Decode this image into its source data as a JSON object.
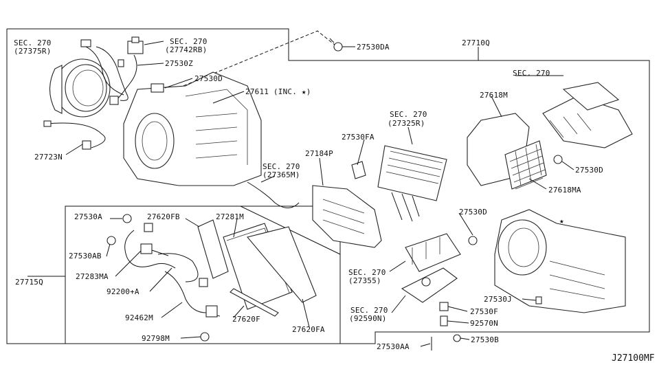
{
  "diagram_code": "J27100MF",
  "callouts": {
    "sec270_27375r_a": "SEC. 270",
    "sec270_27375r_b": "(27375R)",
    "sec270_27742rb_a": "SEC. 270",
    "sec270_27742rb_b": "(27742RB)",
    "p27530z": "27530Z",
    "p27530d_top": "27530D",
    "p27611": "27611 (INC. ★)",
    "p27723n": "27723N",
    "p27530da": "27530DA",
    "p27710q": "27710Q",
    "sec270_right": "SEC. 270",
    "p27618m": "27618M",
    "p27530d_right": "27530D",
    "p27618ma": "27618MA",
    "sec270_27325r_a": "SEC. 270",
    "sec270_27325r_b": "(27325R)",
    "p27530fa": "27530FA",
    "p27184p": "27184P",
    "sec270_27365m_a": "SEC. 270",
    "sec270_27365m_b": "(27365M)",
    "p27530a": "27530A",
    "p27620fb": "27620FB",
    "p27281m": "27281M",
    "p27530ab": "27530AB",
    "p27283ma": "27283MA",
    "p27715q": "27715Q",
    "p92200a": "92200+A",
    "p92462m": "92462M",
    "p27620f": "27620F",
    "p27620fa": "27620FA",
    "p92798m": "92798M",
    "p27530d_mid": "27530D",
    "star": "★",
    "sec270_27355_a": "SEC. 270",
    "sec270_27355_b": "(27355)",
    "sec270_92590n_a": "SEC. 270",
    "sec270_92590n_b": "(92590N)",
    "p27530j": "27530J",
    "p27530f": "27530F",
    "p92570n": "92570N",
    "p27530aa": "27530AA",
    "p27530b": "27530B"
  }
}
